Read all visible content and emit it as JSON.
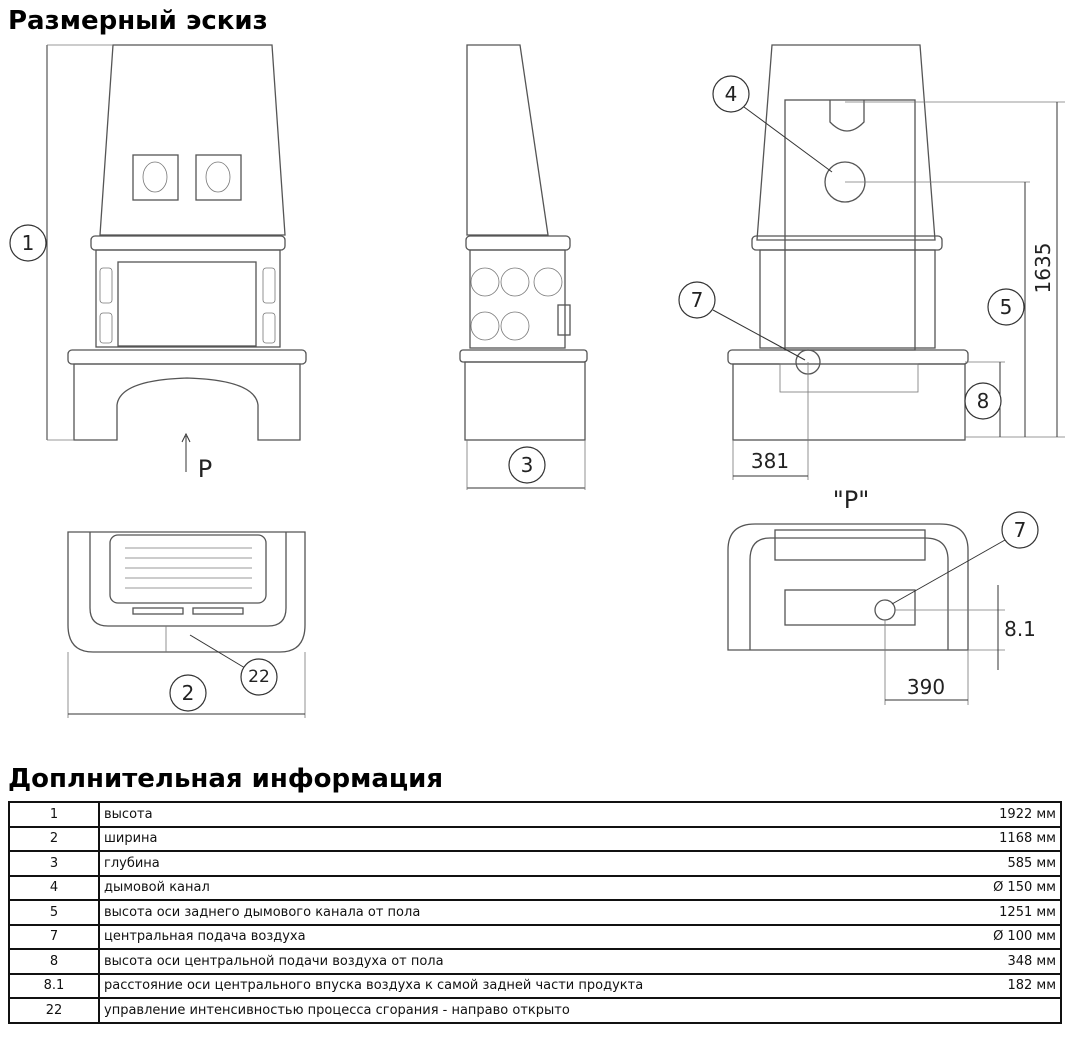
{
  "sections": {
    "sketch_title": "Размерный эскиз",
    "info_title": "Доплнительная информация"
  },
  "drawing": {
    "callouts": {
      "c1": "1",
      "c2": "2",
      "c3": "3",
      "c4": "4",
      "c5": "5",
      "c7a": "7",
      "c7b": "7",
      "c8": "8",
      "c22": "22"
    },
    "dimensions": {
      "d1635": "1635",
      "d381": "381",
      "d390": "390",
      "d81": "8.1"
    },
    "view_arrow_label": "P",
    "view_p_title": "\"P\""
  },
  "table": {
    "rows": [
      {
        "num": "1",
        "label": "высота",
        "value": "1922 мм"
      },
      {
        "num": "2",
        "label": "ширина",
        "value": "1168 мм"
      },
      {
        "num": "3",
        "label": "глубина",
        "value": "585 мм"
      },
      {
        "num": "4",
        "label": "дымовой канал",
        "value": "Ø 150 мм"
      },
      {
        "num": "5",
        "label": "высота оси заднего дымового канала от пола",
        "value": "1251 мм"
      },
      {
        "num": "7",
        "label": "центральная подача воздуха",
        "value": "Ø 100 мм"
      },
      {
        "num": "8",
        "label": "высота оси центральной подачи воздуха от пола",
        "value": "348 мм"
      },
      {
        "num": "8.1",
        "label": "расстояние оси центрального впуска воздуха к самой задней части продукта",
        "value": "182 мм"
      },
      {
        "num": "22",
        "label": "управление интенсивностью процесса сгорания - направо открыто",
        "value": ""
      }
    ]
  }
}
